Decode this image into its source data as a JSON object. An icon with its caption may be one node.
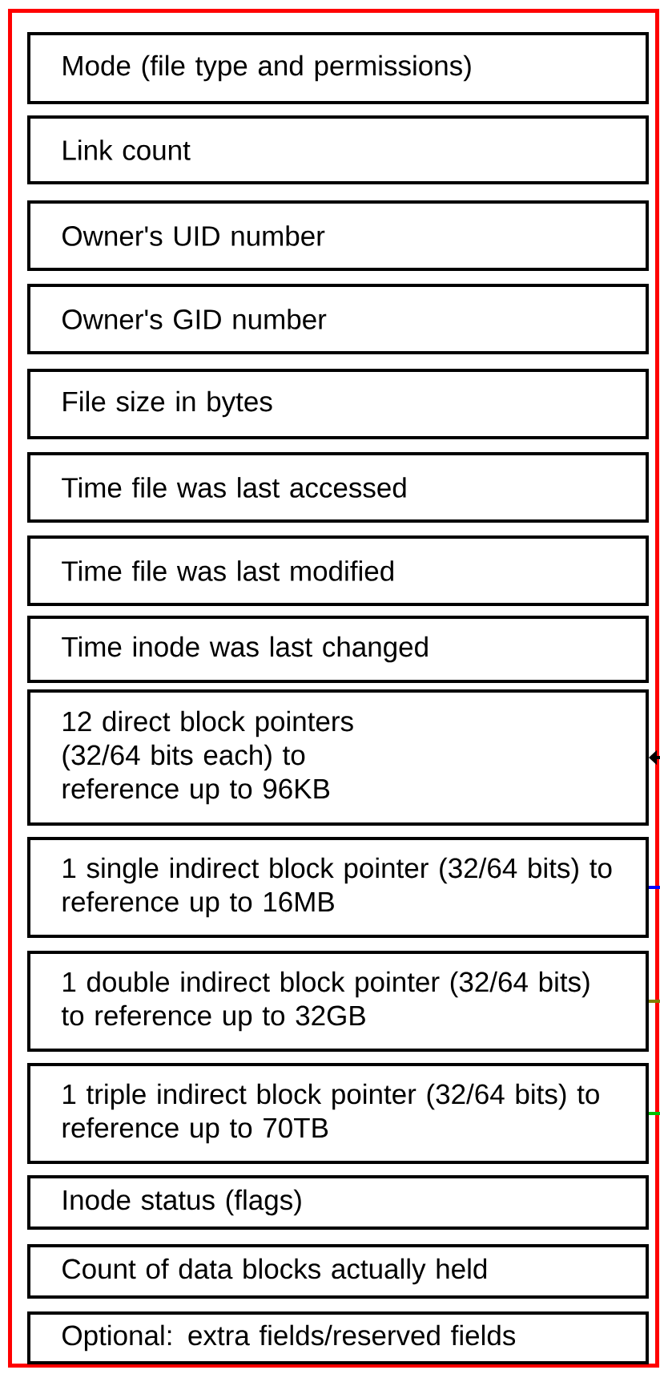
{
  "diagram": {
    "nodes": [
      {
        "text": [],
        "shape": "box"
      },
      {
        "text": [
          "Mode (file type and permissions)"
        ],
        "in": 0
      },
      {
        "text": [
          "Link count"
        ],
        "in": 0
      },
      {
        "text": [
          "Owner's UID number"
        ],
        "in": 0
      },
      {
        "text": [
          "Owner's GID number"
        ],
        "in": 0
      },
      {
        "text": [
          "File size in bytes"
        ],
        "in": 0
      },
      {
        "text": [
          "Time file was last accessed"
        ],
        "in": 0
      },
      {
        "text": [
          "Time file was last modified"
        ],
        "in": 0
      },
      {
        "text": [
          "Time inode was last changed"
        ],
        "in": 0
      },
      {
        "text": [
          "12 direct block pointers (32/64 bits each) to reference up to 96KB"
        ],
        "in": 0
      },
      {
        "text": [
          "1 single indirect block pointer (32/64 bits) to reference up to 16MB"
        ],
        "in": 0
      },
      {
        "text": [
          "1 double indirect block pointer (32/64 bits) to reference up to 32GB"
        ],
        "in": 0
      },
      {
        "text": [
          "1 triple indirect block pointer (32/64 bits) to reference up to 70TB"
        ],
        "in": 0
      },
      {
        "text": [
          "Inode status (flags)"
        ],
        "in": 0
      },
      {
        "text": [
          "Count of data blocks actually held"
        ],
        "in": 0
      },
      {
        "text": [
          "Optional: extra fields/reserved fields"
        ],
        "in": 0
      }
    ],
    "edges": [
      {
        "from": null,
        "to": 9,
        "arrow": "to",
        "color": "#000000"
      },
      {
        "from": 10,
        "to": null,
        "arrow": "none",
        "color": "#0000ff"
      },
      {
        "from": 11,
        "to": null,
        "arrow": "none",
        "color": "#808000"
      },
      {
        "from": 12,
        "to": null,
        "arrow": "none",
        "color": "#00c000"
      }
    ]
  }
}
